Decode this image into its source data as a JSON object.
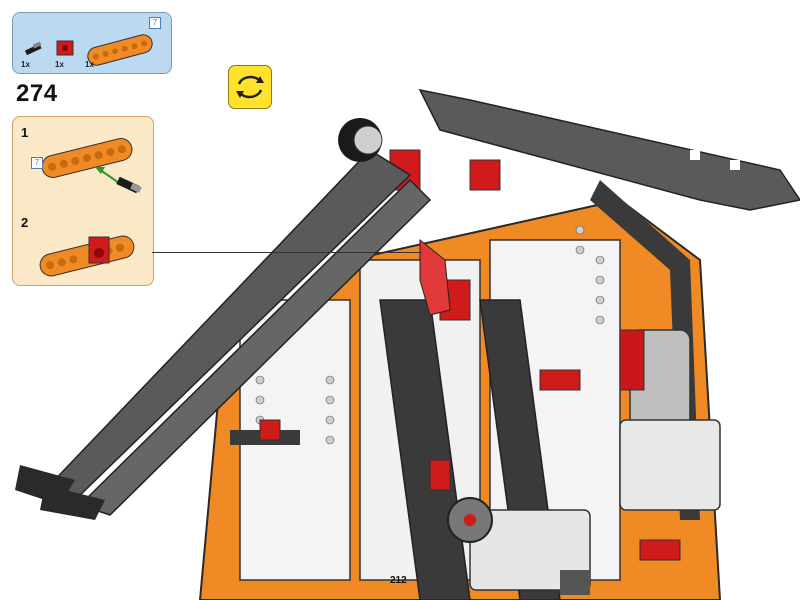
{
  "parts_list": {
    "items": [
      {
        "qty": "1x",
        "part": "black-axle-pin-icon"
      },
      {
        "qty": "1x",
        "part": "red-connector-icon"
      },
      {
        "qty": "1x",
        "part": "orange-beam-icon",
        "length_tag": "7"
      }
    ]
  },
  "step": {
    "number": "274"
  },
  "rotate_icon": "rotate-model-icon",
  "substeps": [
    {
      "number": "1",
      "length_tag": "7"
    },
    {
      "number": "2"
    }
  ],
  "page": {
    "number": "212"
  },
  "colors": {
    "parts_bg": "#bcd9f2",
    "sub_bg": "#fbe8c7",
    "rotate_bg": "#ffe22b",
    "orange": "#f08a24",
    "red": "#d11a1a",
    "gray": "#5a5a5a"
  }
}
